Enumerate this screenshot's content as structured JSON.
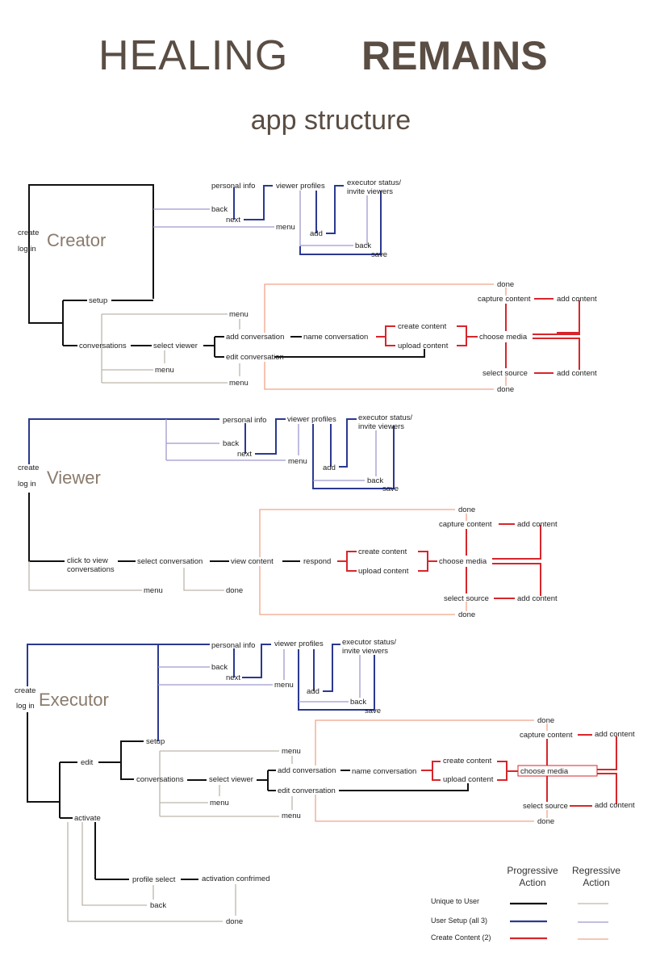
{
  "title": {
    "light": "HEALING",
    "bold": "REMAINS",
    "subtitle": "app structure"
  },
  "labels": {
    "personal_info": "personal info",
    "back": "back",
    "next": "next",
    "menu": "menu",
    "viewer_profiles": "viewer profiles",
    "executor_status": "executor status/",
    "invite_viewers": "invite viewers",
    "add": "add",
    "save": "save",
    "create": "create",
    "log_in": "log in",
    "setup": "setup",
    "conversations": "conversations",
    "select_viewer": "select viewer",
    "add_conversation": "add conversation",
    "edit_conversation": "edit conversation",
    "name_conversation": "name conversation",
    "create_content": "create content",
    "upload_content": "upload content",
    "choose_media": "choose media",
    "capture_content": "capture content",
    "select_source": "select source",
    "add_content": "add content",
    "done": "done",
    "click_to_view": "click to view",
    "conversations_lower": "conversations",
    "select_conversation": "select conversation",
    "view_content": "view content",
    "respond": "respond",
    "edit": "edit",
    "activate": "activate",
    "profile_select": "profile select",
    "activation_confirmed": "activation confrimed"
  },
  "sections": {
    "creator": "Creator",
    "viewer": "Viewer",
    "executor": "Executor"
  },
  "legend": {
    "progressive": [
      "Progressive",
      "Action"
    ],
    "regressive": [
      "Regressive",
      "Action"
    ],
    "rows": [
      {
        "label": "Unique to User",
        "progressive_color": "#111111",
        "regressive_color": "#bdb6ac"
      },
      {
        "label": "User Setup (all 3)",
        "progressive_color": "#2b3990",
        "regressive_color": "#9e99cf"
      },
      {
        "label": "Create Content (2)",
        "progressive_color": "#d7262b",
        "regressive_color": "#f0a48a"
      }
    ]
  },
  "colors": {
    "title": "#5a4d43",
    "section_label": "#8a7b6c",
    "unique_progressive": "#111111",
    "unique_regressive": "#bdb6ac",
    "setup_progressive": "#2b3990",
    "setup_regressive": "#9e99cf",
    "content_progressive": "#d7262b",
    "content_regressive": "#f0a48a"
  }
}
